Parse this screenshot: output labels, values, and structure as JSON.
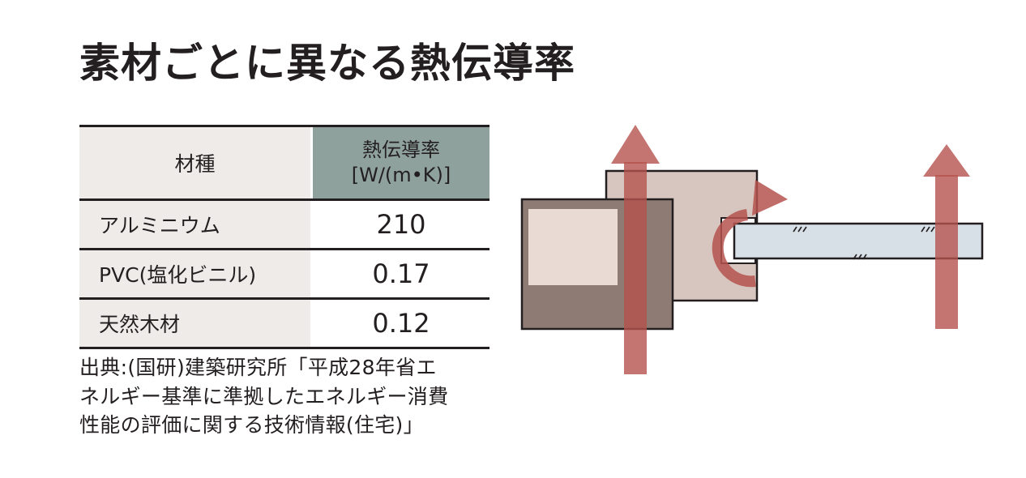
{
  "title": "素材ごとに異なる熱伝導率",
  "table": {
    "header": {
      "material": "材種",
      "conductivity_line1": "熱伝導率",
      "conductivity_line2": "[W/(m•K)]"
    },
    "rows": [
      {
        "material": "アルミニウム",
        "value": "210"
      },
      {
        "material": "PVC(塩化ビニル)",
        "value": "0.17"
      },
      {
        "material": "天然木材",
        "value": "0.12"
      }
    ]
  },
  "source": {
    "line1": "出典:(国研)建築研究所「平成28年省エ",
    "line2": "ネルギー基準に準拠したエネルギー消費",
    "line3": "性能の評価に関する技術情報(住宅)」"
  },
  "colors": {
    "header_accent": "#8fa19d",
    "row_shade": "#efebe8",
    "heat_arrow": "#b5524e"
  }
}
